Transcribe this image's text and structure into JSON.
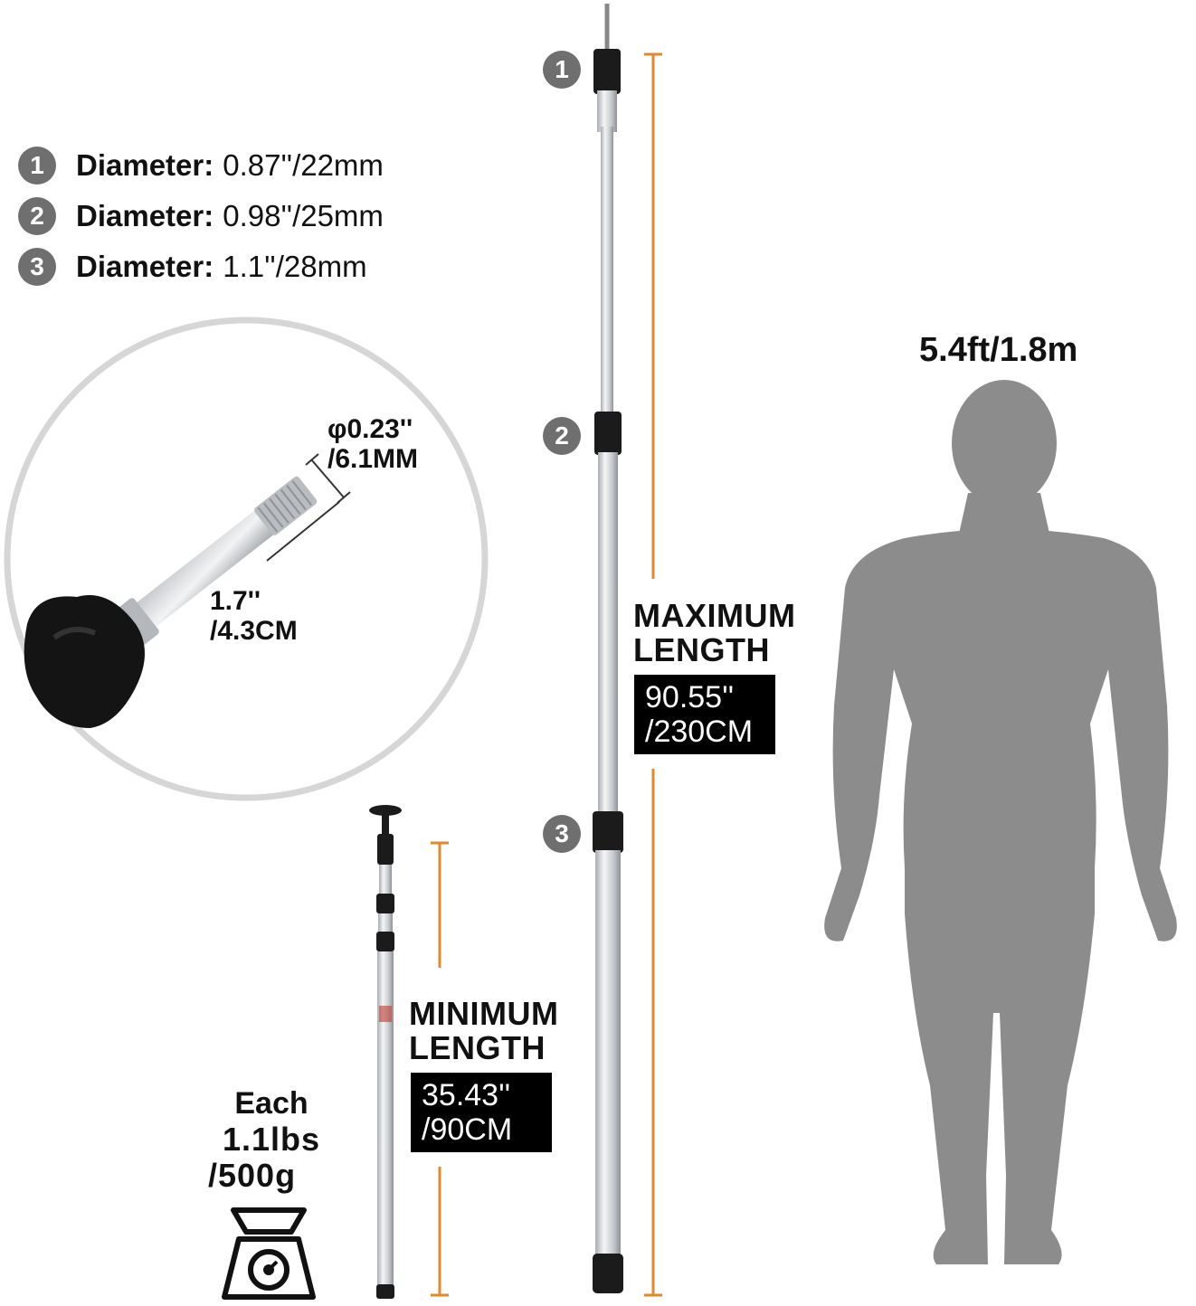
{
  "specs": [
    {
      "number": "1",
      "key": "Diameter:",
      "value": "0.87''/22mm"
    },
    {
      "number": "2",
      "key": "Diameter:",
      "value": "0.98''/25mm"
    },
    {
      "number": "3",
      "key": "Diameter:",
      "value": "1.1''/28mm"
    }
  ],
  "pole_markers": [
    "1",
    "2",
    "3"
  ],
  "detail": {
    "tip_diameter_line1": "φ0.23''",
    "tip_diameter_line2": "/6.1MM",
    "tip_length_line1": "1.7''",
    "tip_length_line2": "/4.3CM"
  },
  "max_length": {
    "label_line1": "MAXIMUM",
    "label_line2": "LENGTH",
    "value_line1": "90.55''",
    "value_line2": "/230CM"
  },
  "min_length": {
    "label_line1": "MINIMUM",
    "label_line2": "LENGTH",
    "value_line1": "35.43''",
    "value_line2": "/90CM"
  },
  "weight": {
    "line1": "Each",
    "line2": "1.1lbs",
    "line3": "/500g"
  },
  "human": {
    "height": "5.4ft/1.8m"
  },
  "colors": {
    "accent_orange": "#e08a2c",
    "badge_gray": "#6f6f6f",
    "silhouette_gray": "#8c8c8c",
    "pole_silver": "#d9dcdf"
  }
}
